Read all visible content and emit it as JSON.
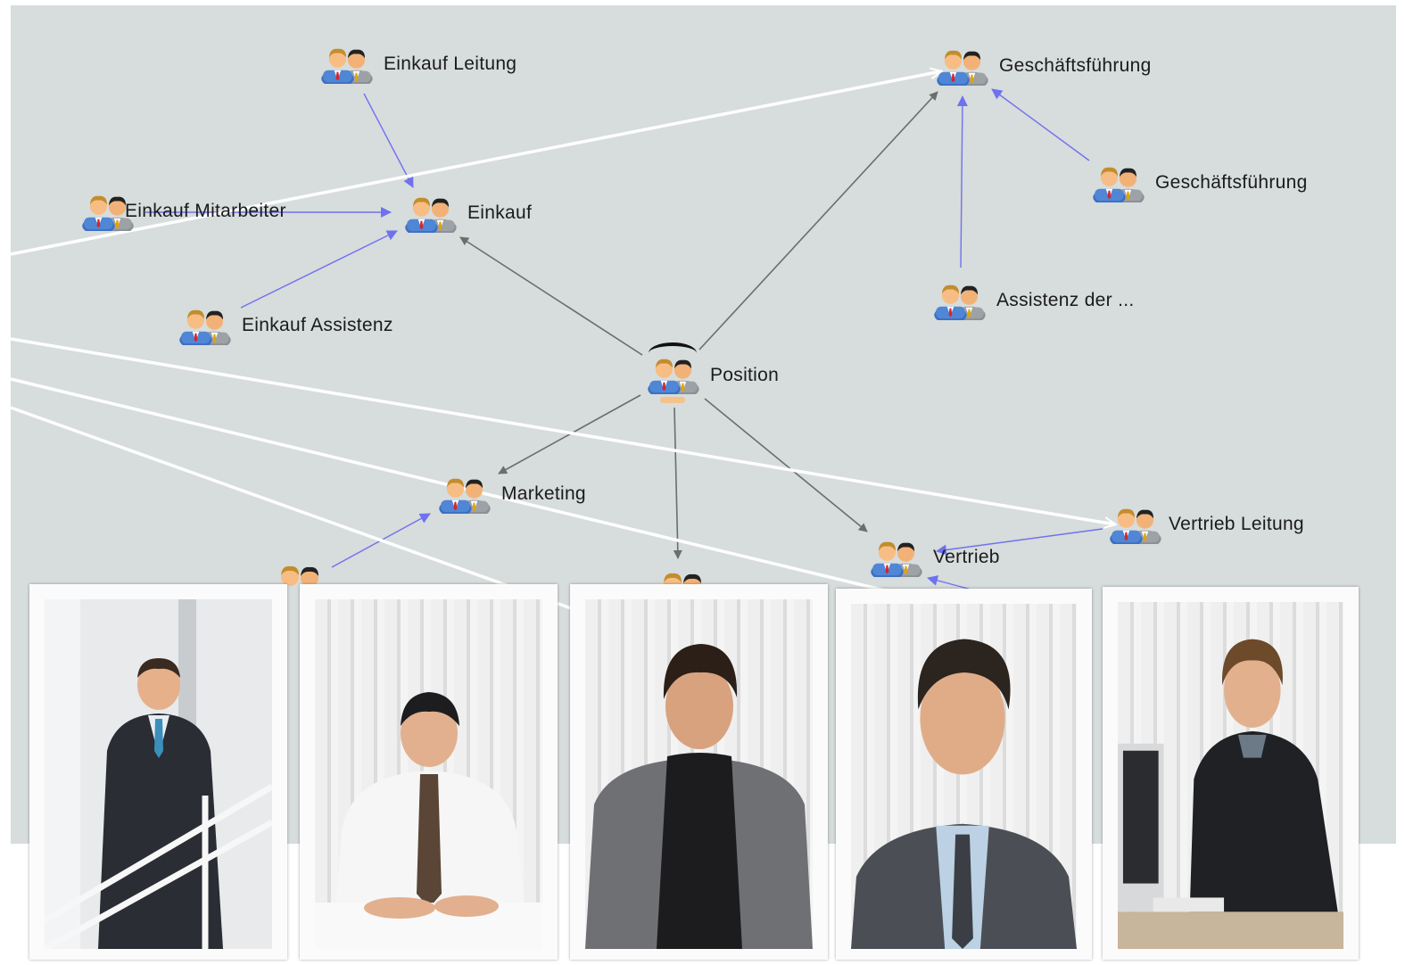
{
  "diagram": {
    "nodes": [
      {
        "id": "einkauf-leitung",
        "label": "Einkauf Leitung"
      },
      {
        "id": "geschaeftsfuehrung",
        "label": "Geschäftsführung"
      },
      {
        "id": "geschaeftsfuehrung-2",
        "label": "Geschäftsführung"
      },
      {
        "id": "einkauf-mitarbeiter",
        "label": "Einkauf Mitarbeiter"
      },
      {
        "id": "einkauf",
        "label": "Einkauf"
      },
      {
        "id": "einkauf-assistenz",
        "label": "Einkauf Assistenz"
      },
      {
        "id": "assistenz-der",
        "label": "Assistenz der ..."
      },
      {
        "id": "position",
        "label": "Position"
      },
      {
        "id": "marketing",
        "label": "Marketing"
      },
      {
        "id": "vertrieb-leitung",
        "label": "Vertrieb Leitung"
      },
      {
        "id": "vertrieb",
        "label": "Vertrieb"
      }
    ],
    "colors": {
      "background": "#d7dcdc",
      "edge_gray": "#6d6d6d",
      "edge_blue": "#6f72ee",
      "edge_white": "#ffffff"
    }
  },
  "photos": [
    {
      "name": "person-1",
      "suit": "#2a2d33",
      "shirt": "#e9eef2",
      "tie": "#3c8ebc"
    },
    {
      "name": "person-2",
      "suit": "#f4f4f4",
      "shirt": "#f4f4f4",
      "tie": "#5a4536"
    },
    {
      "name": "person-3",
      "suit": "#6f7074",
      "shirt": "#1c1c1e",
      "tie": "#1c1c1e"
    },
    {
      "name": "person-4",
      "suit": "#4b4f55",
      "shirt": "#bcd2e4",
      "tie": "#3b3f45"
    },
    {
      "name": "person-5",
      "suit": "#1f2124",
      "shirt": "#1f2124",
      "tie": "#1f2124"
    }
  ]
}
